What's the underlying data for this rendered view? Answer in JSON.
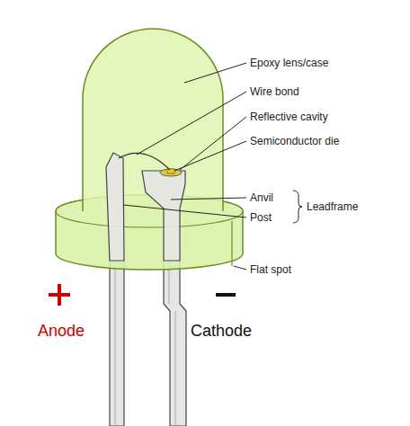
{
  "diagram": {
    "labels": [
      "Epoxy lens/case",
      "Wire bond",
      "Reflective cavity",
      "Semiconductor die",
      "Anvil",
      "Post",
      "Leadframe",
      "Flat spot",
      "Anode",
      "Cathode"
    ]
  }
}
